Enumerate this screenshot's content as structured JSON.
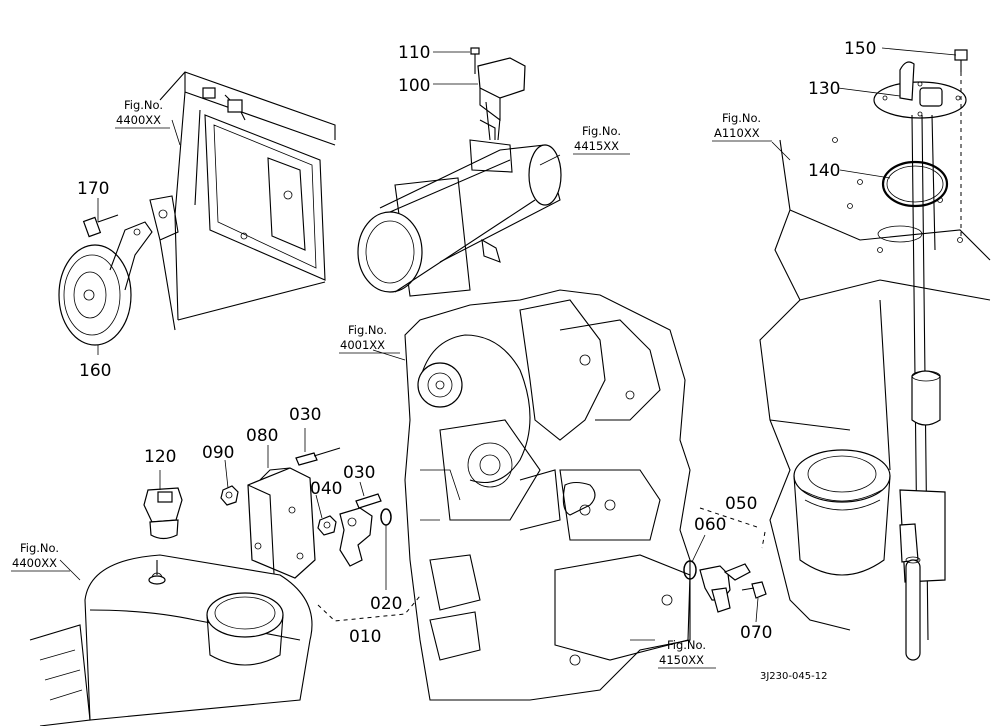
{
  "diagram": {
    "drawing_code": "3J230-045-12",
    "part_labels": [
      "010",
      "020",
      "030",
      "030",
      "040",
      "050",
      "060",
      "070",
      "080",
      "090",
      "100",
      "110",
      "120",
      "130",
      "140",
      "150",
      "160",
      "170"
    ],
    "figure_refs": {
      "fig_4400_a": {
        "line1": "Fig.No.",
        "line2": "4400XX"
      },
      "fig_4415": {
        "line1": "Fig.No.",
        "line2": "4415XX"
      },
      "fig_a110": {
        "line1": "Fig.No.",
        "line2": "A110XX"
      },
      "fig_4001": {
        "line1": "Fig.No.",
        "line2": "4001XX"
      },
      "fig_4400_b": {
        "line1": "Fig.No.",
        "line2": "4400XX"
      },
      "fig_4150": {
        "line1": "Fig.No.",
        "line2": "4150XX"
      }
    }
  }
}
